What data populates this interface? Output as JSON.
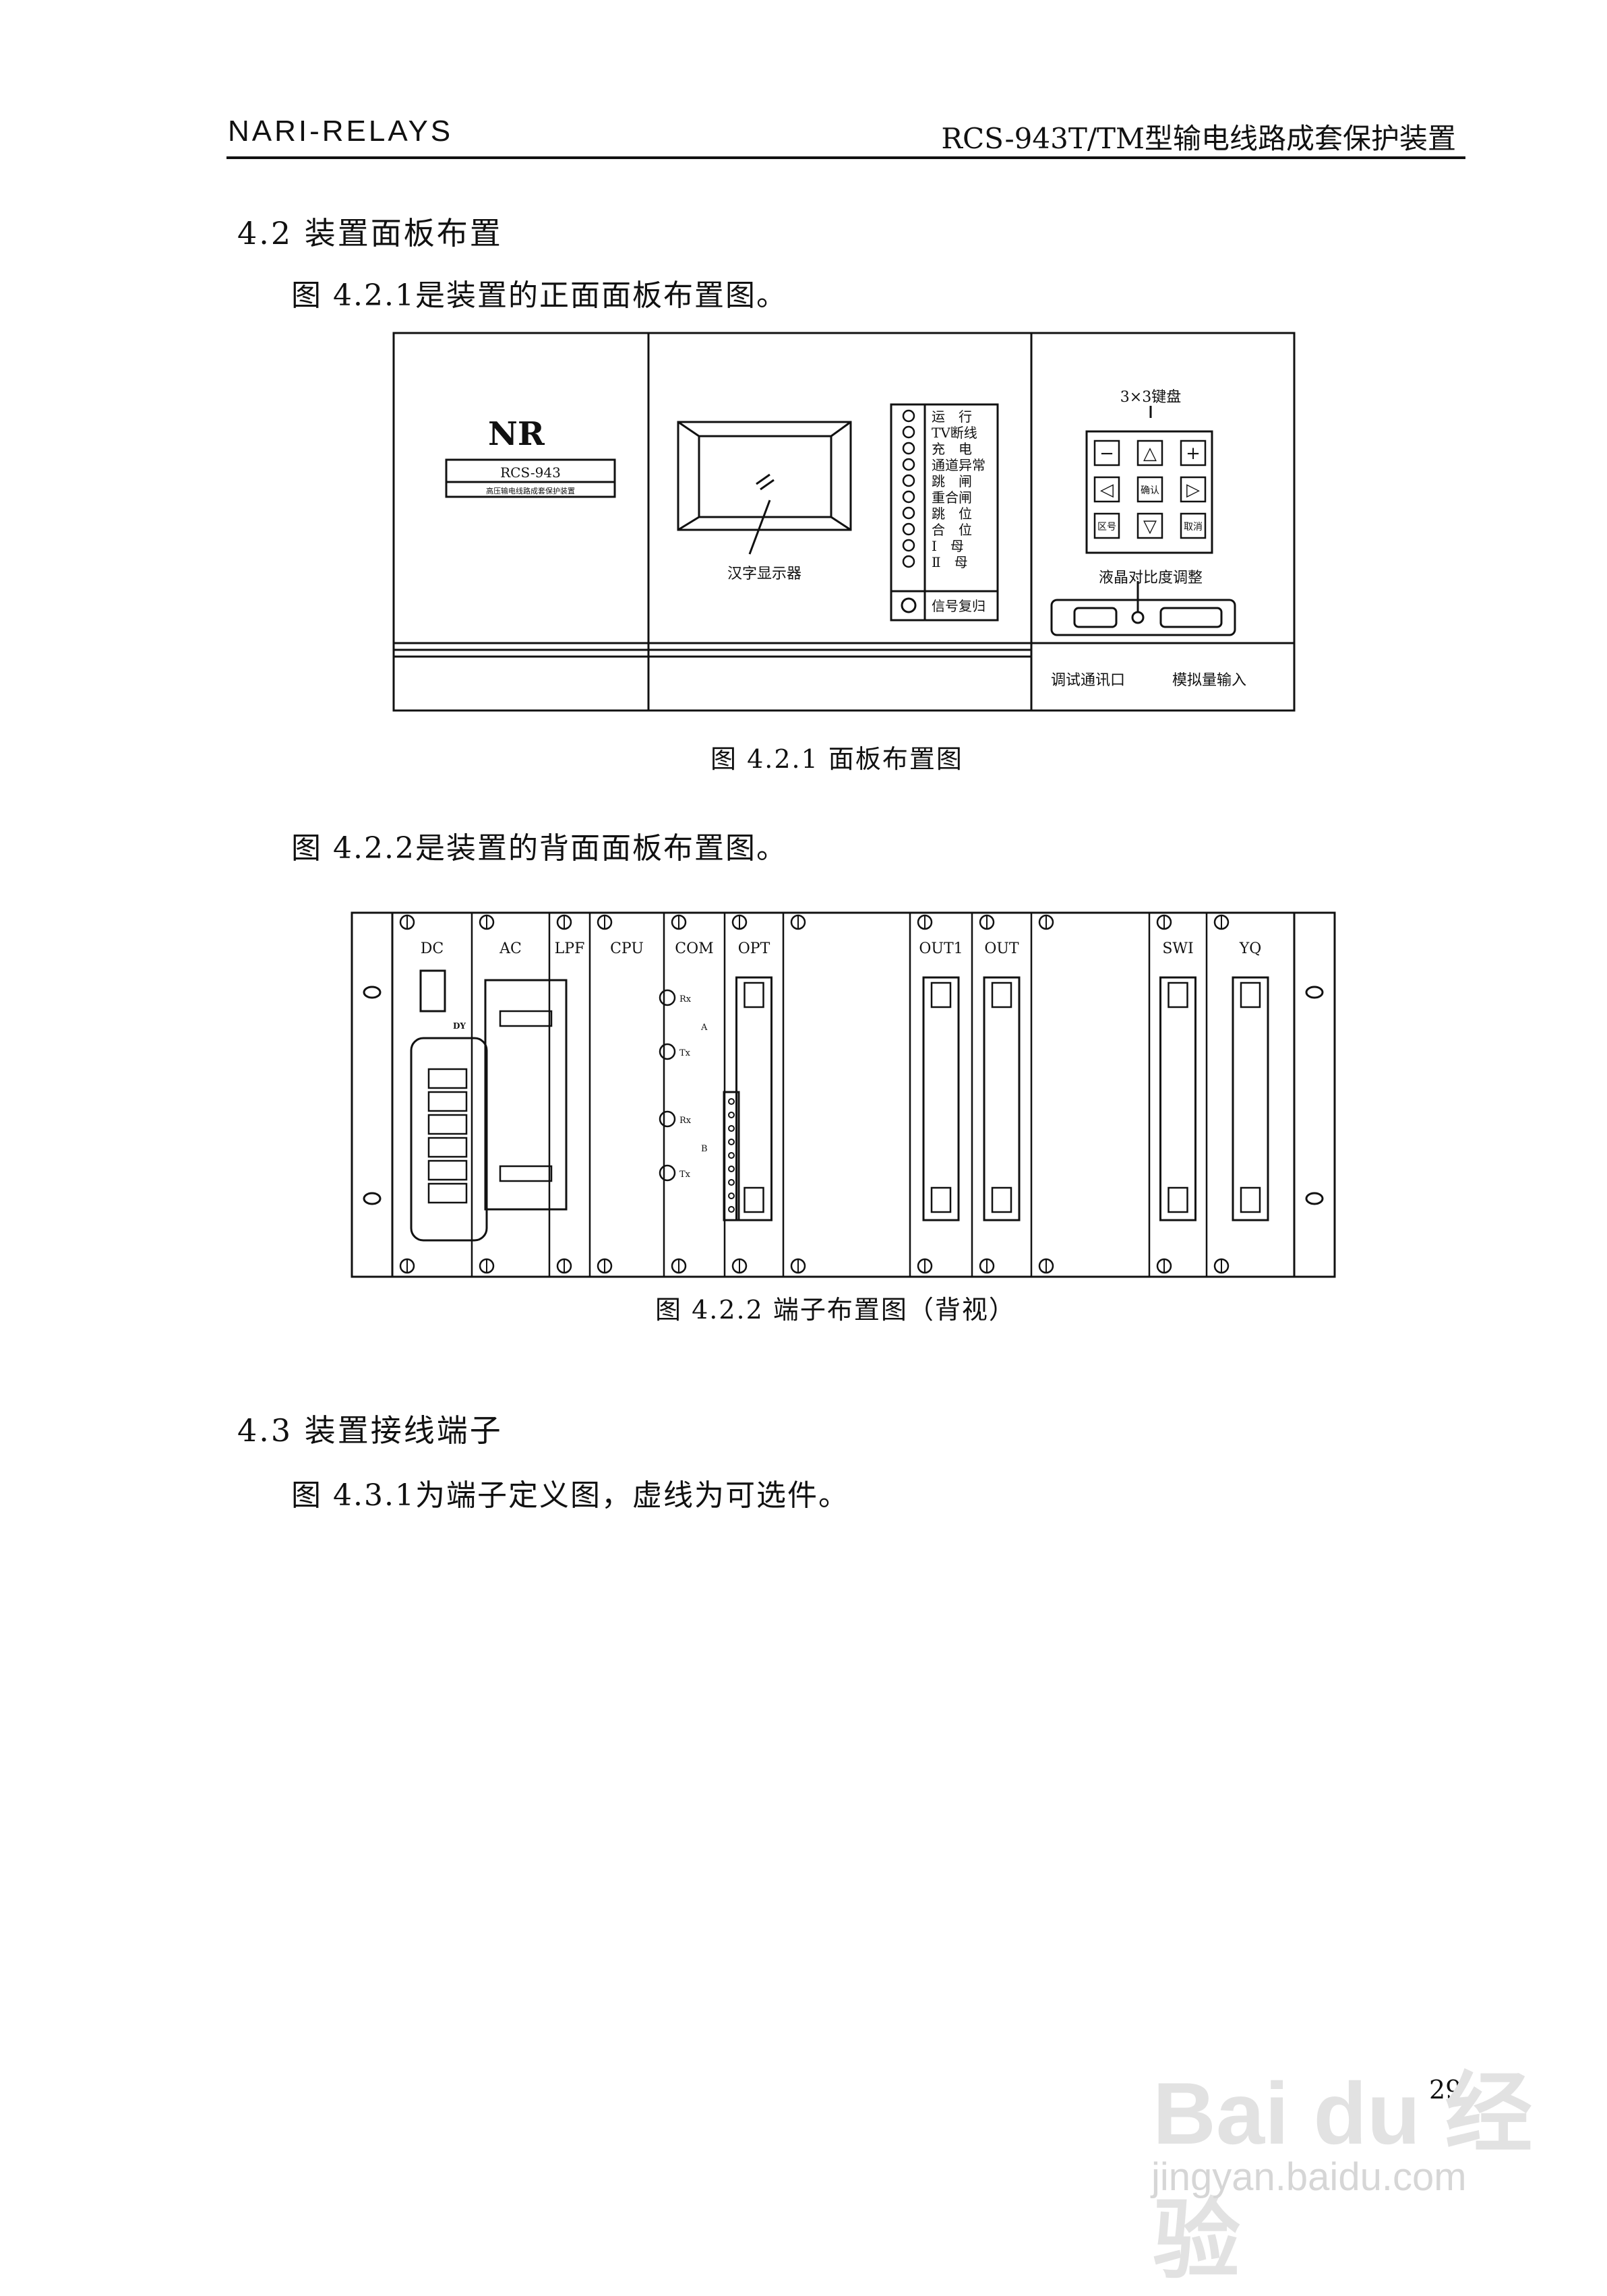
{
  "header": {
    "left": "NARI-RELAYS",
    "right": "RCS-943T/TM型输电线路成套保护装置"
  },
  "section_4_2": {
    "heading": "4.2 装置面板布置",
    "intro_front": "图 4.2.1是装置的正面面板布置图。",
    "front_caption": "图 4.2.1 面板布置图",
    "intro_back": "图 4.2.2是装置的背面面板布置图。",
    "back_caption": "图 4.2.2 端子布置图（背视）"
  },
  "section_4_3": {
    "heading": "4.3 装置接线端子",
    "intro": "图 4.3.1为端子定义图，虚线为可选件。"
  },
  "front_panel": {
    "logo": "NR",
    "model": "RCS-943",
    "model_subtitle": "高压输电线路成套保护装置",
    "lcd_label": "汉字显示器",
    "leds": [
      "运　行",
      "TV断线",
      "充　电",
      "通道异常",
      "跳　闸",
      "重合闸",
      "跳　位",
      "合　位",
      "Ⅰ　母",
      "Ⅱ　母"
    ],
    "reset_label": "信号复归",
    "keypad_title": "3×3键盘",
    "keypad_keys": [
      "−",
      "△",
      "+",
      "◁",
      "确认",
      "▷",
      "区号",
      "▽",
      "取消"
    ],
    "contrast_label": "液晶对比度调整",
    "debug_port_label": "调试通讯口",
    "analog_input_label": "模拟量输入"
  },
  "back_panel": {
    "modules": [
      "DC",
      "AC",
      "LPF",
      "CPU",
      "COM",
      "OPT",
      "OUT1",
      "OUT",
      "SWI",
      "YQ"
    ],
    "cpu_ports": [
      "Rx",
      "Tx",
      "Rx",
      "Tx"
    ],
    "cpu_groups": [
      "A",
      "B"
    ],
    "dc_marker": "DY"
  },
  "page_number": "29",
  "watermark": {
    "brand": "Bai du 经验",
    "url": "jingyan.baidu.com"
  }
}
